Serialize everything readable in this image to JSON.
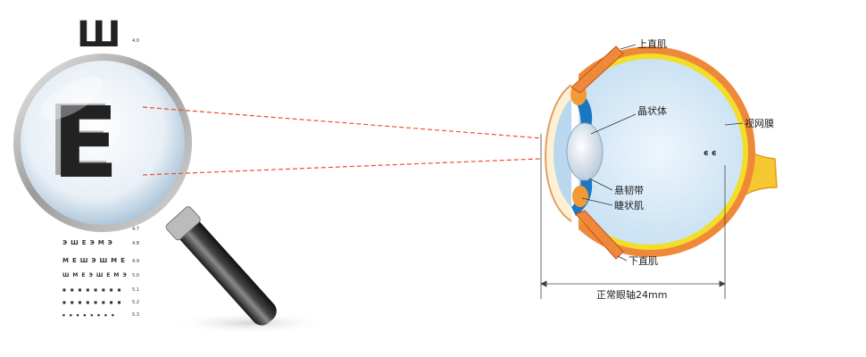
{
  "labels": {
    "superior_rectus": "上直肌",
    "lens": "晶状体",
    "retina": "视网膜",
    "zonules": "悬韧带",
    "ciliary_muscle": "睫状肌",
    "inferior_rectus": "下直肌",
    "axial_length": "正常眼轴24mm"
  },
  "eye_chart": {
    "top_letter": "Ш",
    "magnified_letter": "E",
    "acuity_values": [
      "4.0",
      "4.7",
      "4.8",
      "4.9",
      "5.0",
      "5.1",
      "5.2",
      "5.3"
    ]
  },
  "retina_image": "ϵ ϵ",
  "colors": {
    "sight_line": "#e8502a",
    "sclera": "#f0883a",
    "retina": "#f2de2a",
    "vitreous": "#cfe6f6",
    "ciliary": "#1a78c0",
    "lens": "#dde8f2",
    "optic_nerve": "#f5c832"
  }
}
